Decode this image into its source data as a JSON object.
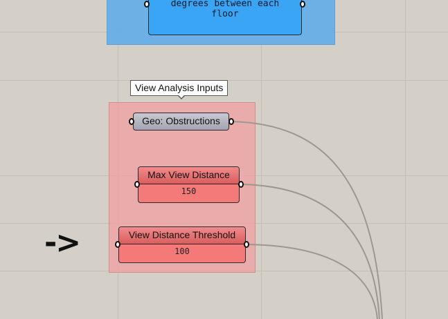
{
  "canvas": {
    "background": "#d4d0c8"
  },
  "top_slider": {
    "text": "degrees between each\nfloor",
    "color": "#3aa4f5"
  },
  "tooltip": {
    "text": "View Analysis Inputs"
  },
  "geo_param": {
    "label": "Geo: Obstructions"
  },
  "max_view": {
    "label": "Max View Distance",
    "value": "150"
  },
  "threshold": {
    "label": "View Distance Threshold",
    "value": "100"
  },
  "annotation": {
    "arrow_text": "->"
  },
  "groups": {
    "blue_color": "#5aaaeb",
    "red_color": "#f0a0a0"
  }
}
